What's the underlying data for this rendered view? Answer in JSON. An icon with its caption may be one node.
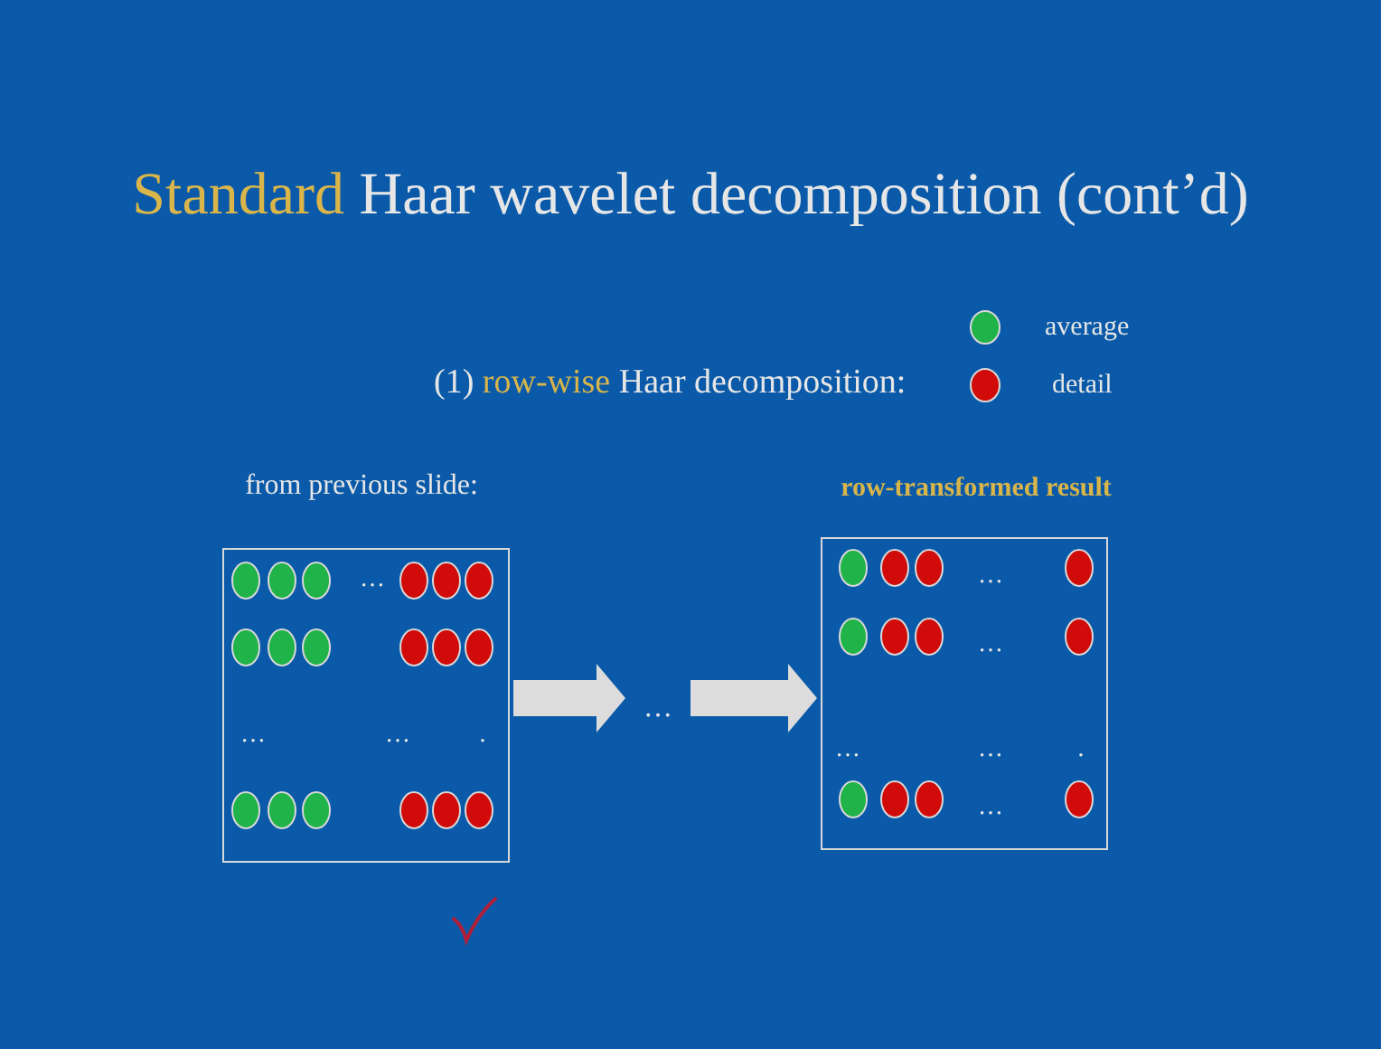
{
  "diagram": {
    "title": "Standard Haar wavelet decomposition (cont’d)",
    "nodes": [
      {
        "text": [
          "from previous slide:",
          "…",
          "…",
          "…",
          "."
        ]
      },
      {
        "text": [
          "…"
        ]
      },
      {
        "text": [
          "row-transformed result",
          "…",
          "…",
          "…",
          "…",
          ".",
          "…"
        ]
      }
    ],
    "edges": [
      {
        "from": 0,
        "to": 1,
        "arrow": "to"
      },
      {
        "from": 1,
        "to": 2,
        "arrow": "to"
      }
    ],
    "labels": [
      "(1) row-wise Haar decomposition:"
    ],
    "legend": [
      {
        "text": "average",
        "color": "#1fb34a"
      },
      {
        "text": "detail",
        "color": "#d10a0a"
      }
    ]
  }
}
